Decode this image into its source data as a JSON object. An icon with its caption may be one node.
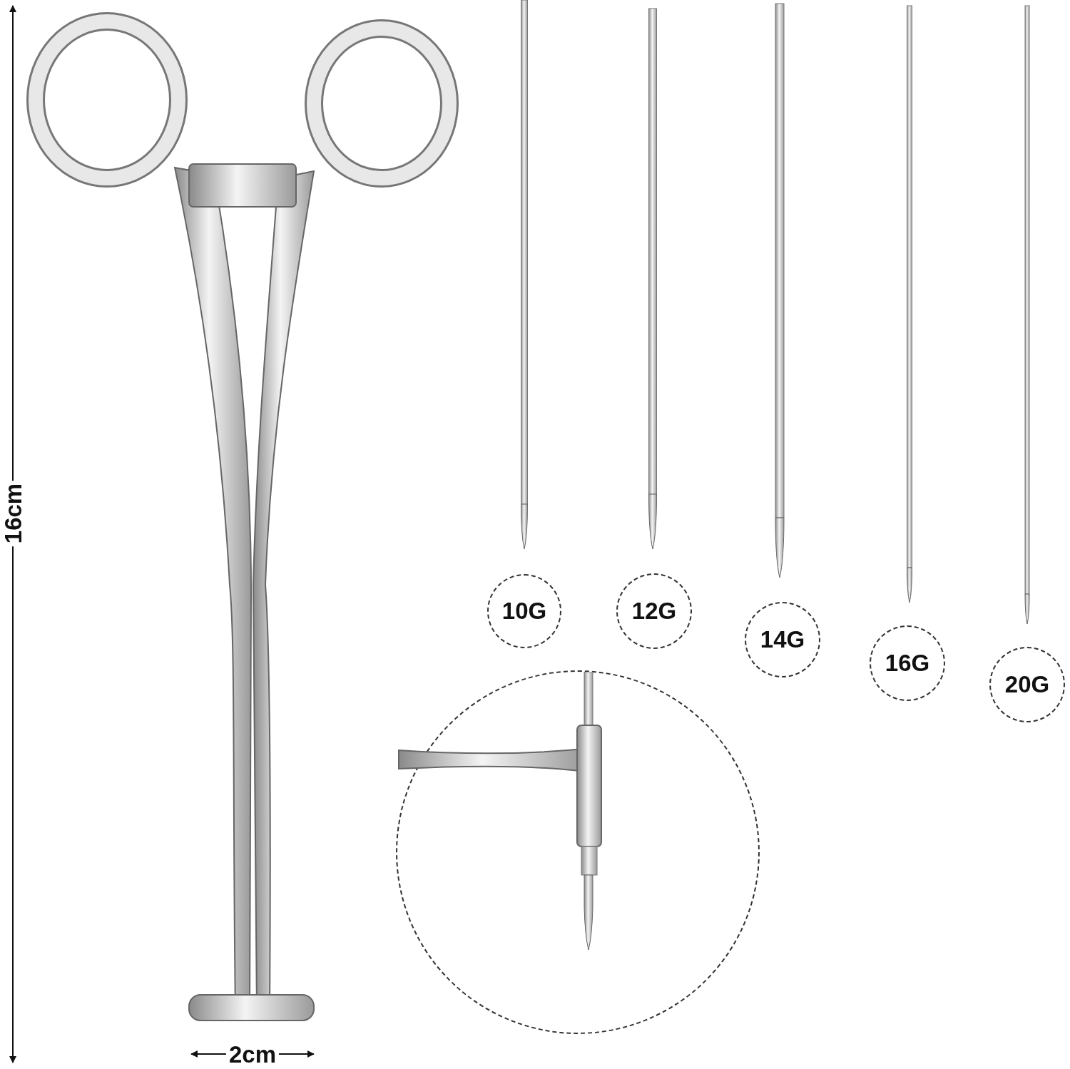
{
  "diagram": {
    "nodes": [
      {
        "text": [
          "10G"
        ]
      },
      {
        "text": [
          "12G"
        ]
      },
      {
        "text": [
          "14G"
        ]
      },
      {
        "text": [
          "16G"
        ]
      },
      {
        "text": [
          "20G"
        ]
      },
      {
        "text": [],
        "shape": "circle"
      }
    ],
    "labels": [
      "16cm",
      "2cm"
    ]
  }
}
